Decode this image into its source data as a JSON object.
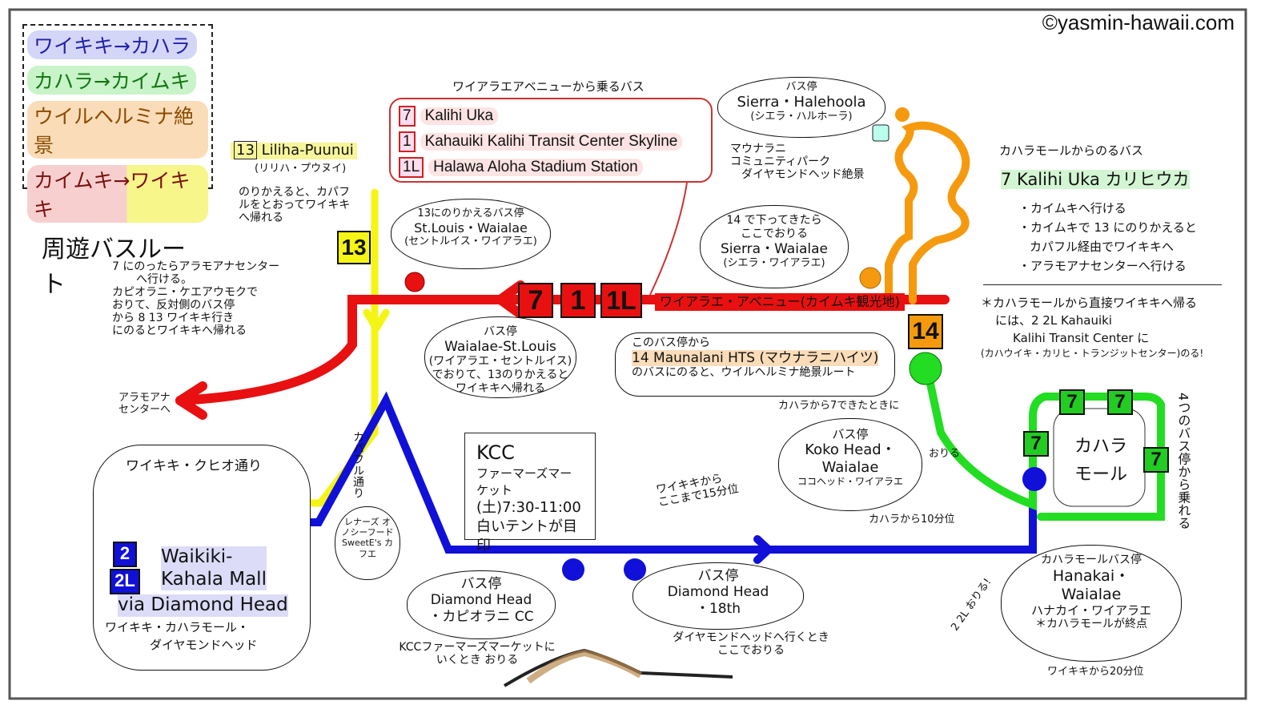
{
  "copyright": "©yasmin-hawaii.com",
  "legend": {
    "items": [
      {
        "label": "ワイキキ→カハラ",
        "color": "#d4d6f7"
      },
      {
        "label": "カハラ→カイムキ",
        "color": "#c9f3c9"
      },
      {
        "label": "ウイルヘルミナ絶景",
        "color": "#fbdcb8"
      },
      {
        "label": "カイムキ→ワイキキ",
        "color": "#f8cfcf"
      }
    ],
    "title": "周遊バスルート"
  },
  "colors": {
    "blue": "#1010d8",
    "green": "#22dd22",
    "orange": "#f59a0f",
    "red": "#e81010",
    "yellow": "#f5f515"
  },
  "waialae_buses": {
    "caption": "ワイアラエアベニューから乗るバス",
    "rows": [
      {
        "num": "7",
        "label": "Kalihi Uka"
      },
      {
        "num": "1",
        "label": "Kahauiki Kalihi Transit Center Skyline"
      },
      {
        "num": "1L",
        "label": "Halawa Aloha Stadium Station"
      }
    ]
  },
  "route13": {
    "num": "13",
    "name": "Liliha-Puunui",
    "kana": "(リリハ・プウヌイ)",
    "note": "のりかえると、カパフルをとおってワイキキへ帰れる",
    "badge": "13"
  },
  "stop_stlouis": {
    "l1": "13にのりかえるバス停",
    "l2": "St.Louis・Waialae",
    "l3": "(セントルイス・ワイアラエ)"
  },
  "stop_waialae_stlouis": {
    "l1": "バス停",
    "l2": "Waialae-St.Louis",
    "l3": "(ワイアラエ・セントルイス)",
    "l4": "でおりて、13のりかえると",
    "l5": "ワイキキへ帰れる"
  },
  "note7": {
    "l1": "7 にのったらアラモアナセンター",
    "l2": "へ行ける。",
    "l3": "カピオラニ・ケエアウモクで",
    "l4": "おりて、反対側のバス停",
    "l5": "から 8 13 ワイキキ行き",
    "l6": "にのるとワイキキへ帰れる"
  },
  "alamoana": {
    "l1": "アラモアナ",
    "l2": "センターへ"
  },
  "red_badges": [
    "7",
    "1",
    "1L"
  ],
  "waialae_ave": "ワイアラエ・アベニュー(カイムキ観光地)",
  "stop_sierra_halehoola": {
    "l1": "バス停",
    "l2": "Sierra・Halehoola",
    "l3": "(シエラ・ハルホーラ)"
  },
  "maunalani_park": {
    "l1": "マウナラニ",
    "l2": "コミュニティパーク",
    "l3": "ダイヤモンドヘッド絶景"
  },
  "stop_sierra_waialae": {
    "l1": "14 で下ってきたら",
    "l2": "ここでおりる",
    "l3": "Sierra・Waialae",
    "l4": "(シエラ・ワイアラエ)"
  },
  "badge14": "14",
  "maunalani_note": {
    "l1": "このバス停から",
    "l2": "14 Maunalani HTS (マウナラニハイツ)",
    "l3": "のバスにのると、ウイルヘルミナ絶景ルート"
  },
  "kahala_buses": {
    "caption": "カハラモールからのるバス",
    "route": "7 Kalihi Uka カリヒウカ",
    "b1": "・カイムキへ行ける",
    "b2": "・カイムキで 13 にのりかえると",
    "b3": "カパフル経由でワイキキへ",
    "b4": "・アラモアナセンターへ行ける",
    "n1": "＊カハラモールから直接ワイキキへ帰る",
    "n2": "には、2 2L Kahauiki",
    "n3": "Kalihi Transit Center に",
    "n4": "(カハウイキ・カリヒ・トランジットセンター)のる!"
  },
  "kuhio": {
    "title": "ワイキキ・クヒオ通り",
    "b2": "2",
    "b2l": "2L",
    "l1": "Waikiki-",
    "l2": "Kahala Mall",
    "l3": "via Diamond Head",
    "l4": "ワイキキ・カハラモール・",
    "l5": "ダイヤモンドヘッド"
  },
  "kapahulu": {
    "street": "カパフル通り",
    "shop": "レナーズ オノシーフード SweetE's カフエ"
  },
  "kcc": {
    "l1": "KCC",
    "l2": "ファーマーズマーケット",
    "l3": "(土)7:30-11:00",
    "l4": "白いテントが目印"
  },
  "stop_dh_kcc": {
    "l1": "バス停",
    "l2": "Diamond Head",
    "l3": "・カピオラニ CC",
    "note": "KCCファーマーズマーケットにいくとき おりる"
  },
  "stop_dh_18th": {
    "l1": "バス停",
    "l2": "Diamond Head",
    "l3": "・18th",
    "note": "ダイヤモンドヘッドへ行くとき ここでおりる"
  },
  "time15": {
    "l1": "ワイキキから",
    "l2": "ここまで15分位"
  },
  "stop_kokohead": {
    "top": "カハラから7できたときに",
    "oriru": "おりる",
    "l1": "バス停",
    "l2": "Koko Head・",
    "l3": "Waialae",
    "l4": "ココヘッド・ワイアラエ",
    "time": "カハラから10分位"
  },
  "mall": {
    "name1": "カハラ",
    "name2": "モール",
    "stops": [
      "7",
      "7",
      "7",
      "7"
    ],
    "side": "4つのバス停から乗れる"
  },
  "stop_hanakai": {
    "l0": "カハラモールバス停",
    "l1": "Hanakai・",
    "l2": "Waialae",
    "l3": "ハナカイ・ワイアラエ",
    "l4": "＊カハラモールが終点",
    "oriru": "2 2L おりる!",
    "time": "ワイキキから20分位"
  }
}
